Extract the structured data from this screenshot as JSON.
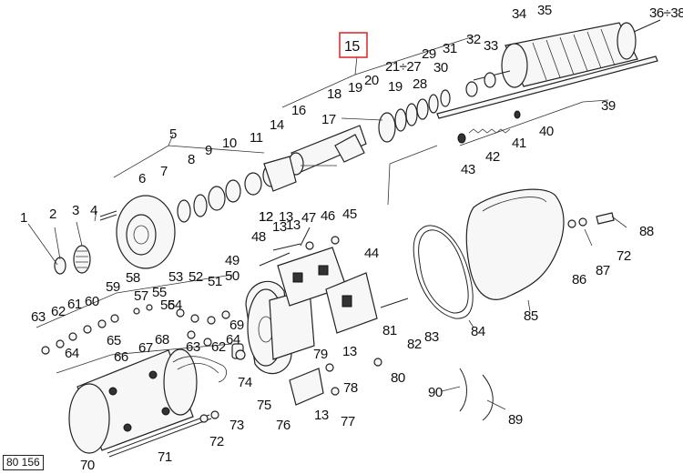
{
  "highlighted_label": "15",
  "highlight_color": "#e03030",
  "document_code": "80 156",
  "labels": [
    "1",
    "2",
    "3",
    "4",
    "5",
    "6",
    "7",
    "8",
    "9",
    "10",
    "11",
    "12",
    "13",
    "14",
    "16",
    "17",
    "18",
    "19",
    "20",
    "21÷27",
    "28",
    "29",
    "30",
    "31",
    "32",
    "33",
    "34",
    "35",
    "36÷38",
    "39",
    "40",
    "41",
    "42",
    "43",
    "44",
    "45",
    "46",
    "47",
    "48",
    "49",
    "50",
    "51",
    "52",
    "53",
    "54",
    "55",
    "56",
    "57",
    "58",
    "59",
    "60",
    "61",
    "62",
    "63",
    "64",
    "65",
    "66",
    "67",
    "68",
    "69",
    "70",
    "71",
    "72",
    "73",
    "74",
    "75",
    "76",
    "77",
    "78",
    "79",
    "80",
    "81",
    "82",
    "83",
    "84",
    "85",
    "86",
    "87",
    "88",
    "89",
    "90",
    "19",
    "12",
    "13",
    "13",
    "13",
    "63",
    "62",
    "64",
    "72",
    "13"
  ]
}
